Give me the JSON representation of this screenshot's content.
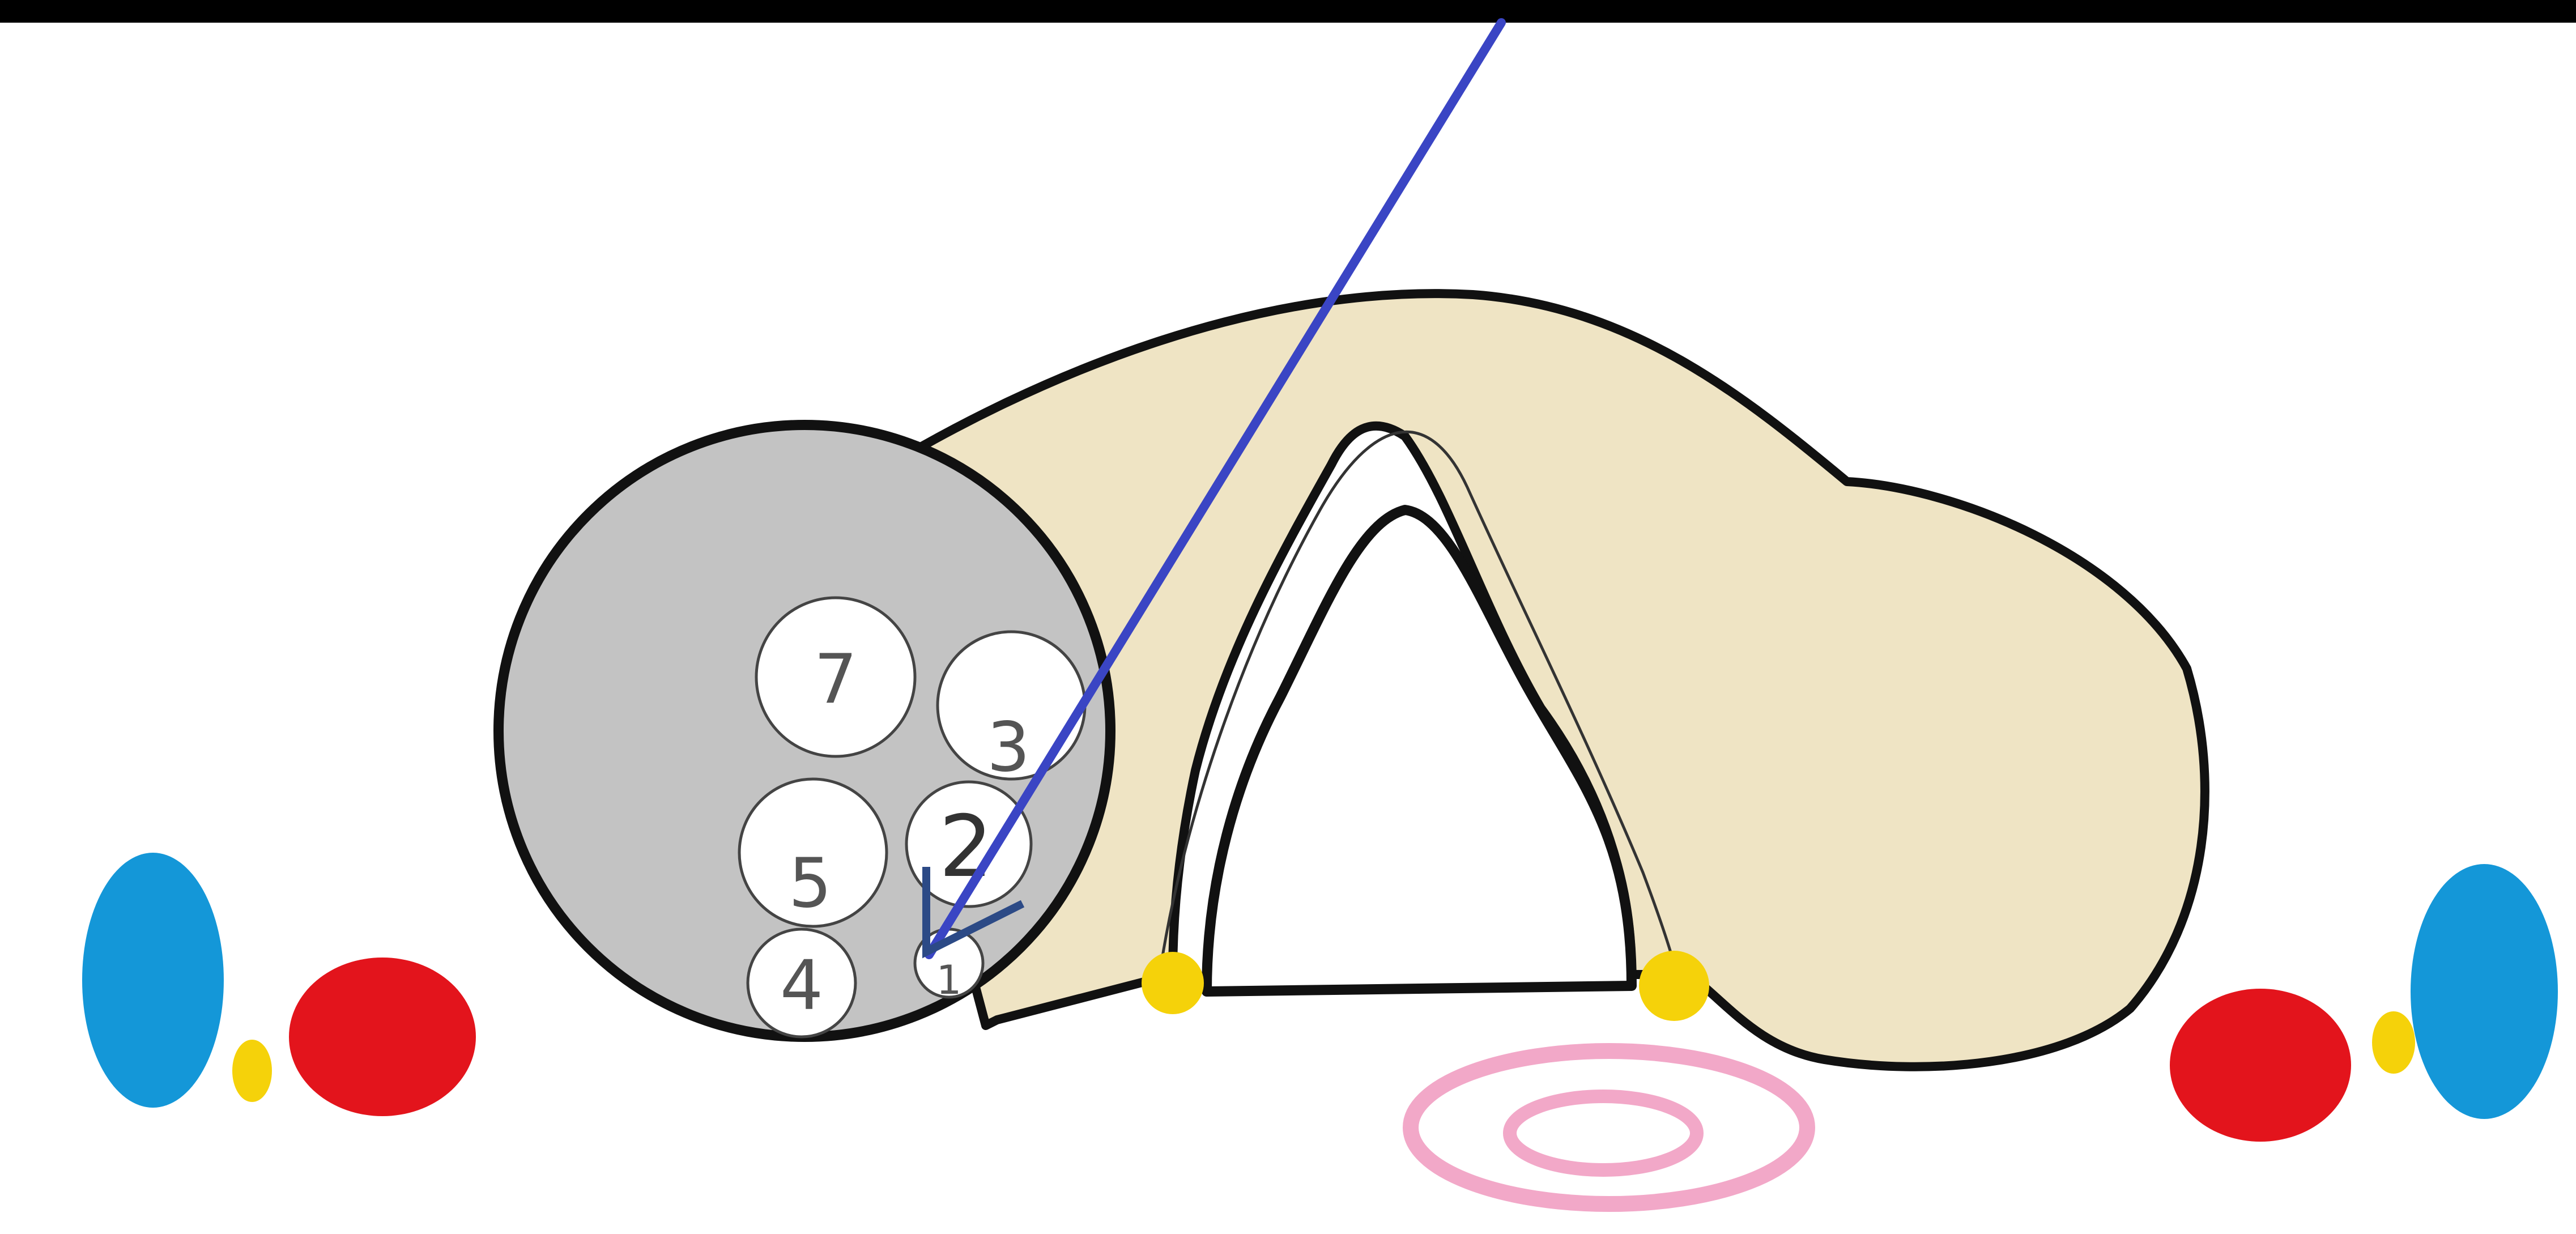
{
  "labels": {
    "n7": "7",
    "n3": "3",
    "n5": "5",
    "n2": "2",
    "n4": "4",
    "n1": "1"
  },
  "colors": {
    "background": "#000000",
    "canvas": "#ffffff",
    "vertebra_fill": "#efe4c4",
    "cord_fill": "#c3c3c3",
    "outline": "#111111",
    "needle": "#3a45c4",
    "marker": "#2c4a86",
    "yellow": "#f5d20a",
    "red": "#e3141c",
    "blue": "#1497d8",
    "pink": "#f2a8c8"
  }
}
